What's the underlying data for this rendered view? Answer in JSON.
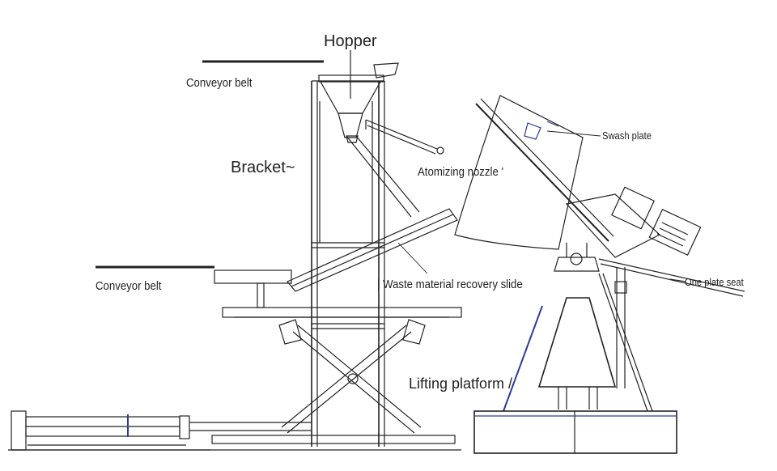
{
  "labels": {
    "hopper": "Hopper",
    "conveyor_belt_top": "Conveyor belt",
    "bracket": "Bracket~",
    "atomizing_nozzle": "Atomizing nozzle '",
    "swash_plate": "Swash plate",
    "conveyor_belt_bottom": "Conveyor belt",
    "waste_slide": "| Waste material recovery slide",
    "plate_seat": "One plate seat",
    "lifting_platform": "Lifting platform /"
  },
  "colors": {
    "line": "#222222",
    "accent_blue": "#2a3a9a"
  }
}
